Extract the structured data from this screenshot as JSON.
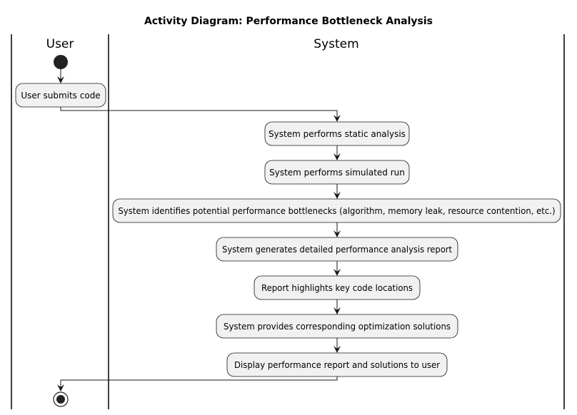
{
  "diagram": {
    "title": "Activity Diagram: Performance Bottleneck Analysis",
    "lanes": [
      "User",
      "System"
    ],
    "activities": [
      "User submits code",
      "System performs static analysis",
      "System performs simulated run",
      "System identifies potential performance bottlenecks (algorithm, memory leak, resource contention, etc.)",
      "System generates detailed performance analysis report",
      "Report highlights key code locations",
      "System provides corresponding optimization solutions",
      "Display performance report and solutions to user"
    ]
  }
}
